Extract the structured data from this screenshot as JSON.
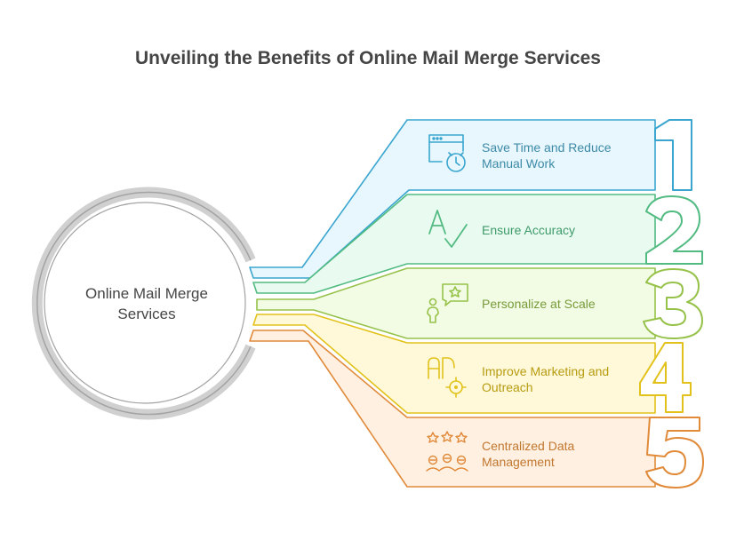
{
  "title": "Unveiling the Benefits of Online Mail Merge Services",
  "hub": {
    "line1": "Online Mail Merge",
    "line2": "Services"
  },
  "items": [
    {
      "number": "1",
      "line1": "Save Time and Reduce",
      "line2": "Manual Work",
      "icon": "browser-clock-icon",
      "stroke": "#3aa6cf",
      "fill": "#e8f7fd",
      "text_color": "#3c8aa8"
    },
    {
      "number": "2",
      "line1": "Ensure Accuracy",
      "line2": "",
      "icon": "spellcheck-icon",
      "stroke": "#52bb82",
      "fill": "#e9faf0",
      "text_color": "#3f9a6a"
    },
    {
      "number": "3",
      "line1": "Personalize at Scale",
      "line2": "",
      "icon": "person-star-icon",
      "stroke": "#96c24a",
      "fill": "#f2fbe4",
      "text_color": "#789b3a"
    },
    {
      "number": "4",
      "line1": "Improve Marketing and",
      "line2": "Outreach",
      "icon": "ad-target-icon",
      "stroke": "#e2c21a",
      "fill": "#fff9da",
      "text_color": "#b79b10"
    },
    {
      "number": "5",
      "line1": "Centralized Data",
      "line2": "Management",
      "icon": "stars-people-icon",
      "stroke": "#e08a3a",
      "fill": "#fff0e1",
      "text_color": "#c1772f"
    }
  ]
}
